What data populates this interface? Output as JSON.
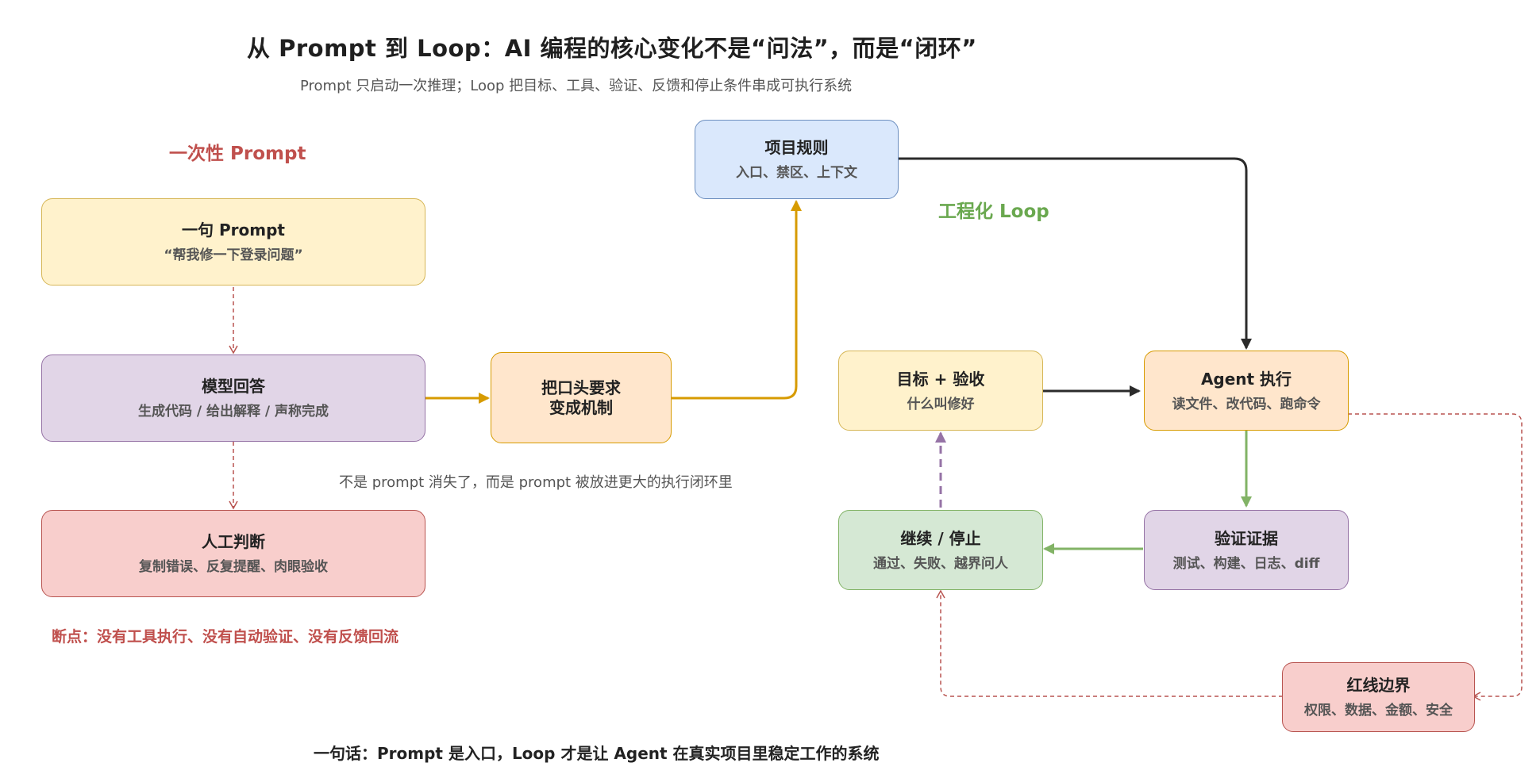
{
  "header": {
    "title": "从 Prompt 到 Loop：AI 编程的核心变化不是“问法”，而是“闭环”",
    "subtitle": "Prompt 只启动一次推理；Loop 把目标、工具、验证、反馈和停止条件串成可执行系统"
  },
  "sections": {
    "left": "一次性 Prompt",
    "right": "工程化 Loop"
  },
  "nodes": {
    "prompt": {
      "title": "一句 Prompt",
      "sub": "“帮我修一下登录问题”"
    },
    "model_answer": {
      "title": "模型回答",
      "sub": "生成代码 / 给出解释 / 声称完成"
    },
    "human_judge": {
      "title": "人工判断",
      "sub": "复制错误、反复提醒、肉眼验收"
    },
    "mechanize": {
      "title_line1": "把口头要求",
      "title_line2": "变成机制"
    },
    "project_rules": {
      "title": "项目规则",
      "sub": "入口、禁区、上下文"
    },
    "goal": {
      "title": "目标 + 验收",
      "sub": "什么叫修好"
    },
    "agent": {
      "title": "Agent 执行",
      "sub": "读文件、改代码、跑命令"
    },
    "evidence": {
      "title": "验证证据",
      "sub": "测试、构建、日志、diff"
    },
    "continue_stop": {
      "title": "继续 / 停止",
      "sub": "通过、失败、越界问人"
    },
    "redline": {
      "title": "红线边界",
      "sub": "权限、数据、金额、安全"
    }
  },
  "notes": {
    "middle": "不是 prompt 消失了，而是 prompt 被放进更大的执行闭环里",
    "breakpoint": "断点：没有工具执行、没有自动验证、没有反馈回流",
    "summary": "一句话：Prompt 是入口，Loop 才是让 Agent 在真实项目里稳定工作的系统"
  },
  "colors": {
    "yellow_fill": "#fff2cc",
    "yellow_stroke": "#d6b656",
    "purple_fill": "#e1d5e7",
    "purple_stroke": "#9673a6",
    "red_fill": "#f8cecc",
    "red_stroke": "#b85450",
    "orange_fill": "#ffe6cc",
    "orange_stroke": "#d79b00",
    "blue_fill": "#dae8fc",
    "blue_stroke": "#6c8ebf",
    "green_fill": "#d5e8d4",
    "green_stroke": "#82b366",
    "arrow_dark": "#2b2b2b",
    "arrow_orange": "#d79b00",
    "arrow_green": "#82b366",
    "arrow_purple": "#9673a6",
    "arrow_red_dashed": "#b85450"
  }
}
